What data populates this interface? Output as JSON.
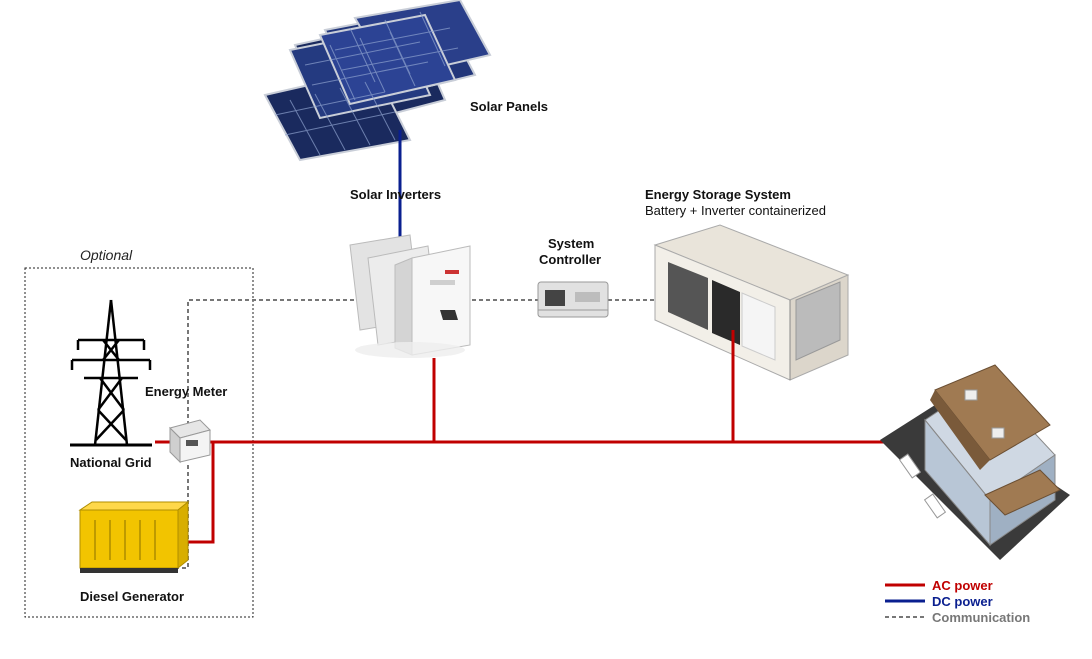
{
  "labels": {
    "solar_panels": "Solar Panels",
    "solar_inverters": "Solar Inverters",
    "system_controller_line1": "System",
    "system_controller_line2": "Controller",
    "ess_title": "Energy Storage System",
    "ess_subtitle": "Battery + Inverter containerized",
    "optional": "Optional",
    "energy_meter": "Energy Meter",
    "national_grid": "National Grid",
    "diesel_generator": "Diesel Generator"
  },
  "legend": {
    "ac": "AC power",
    "dc": "DC power",
    "communication": "Communication"
  },
  "colors": {
    "ac": "#c00000",
    "dc": "#0a1f8f",
    "communication": "#777777",
    "generator": "#f2c400"
  },
  "icons": [
    "solar-panel-icon",
    "inverter-icon",
    "controller-icon",
    "container-icon",
    "pylon-icon",
    "meter-icon",
    "generator-icon",
    "building-icon"
  ]
}
